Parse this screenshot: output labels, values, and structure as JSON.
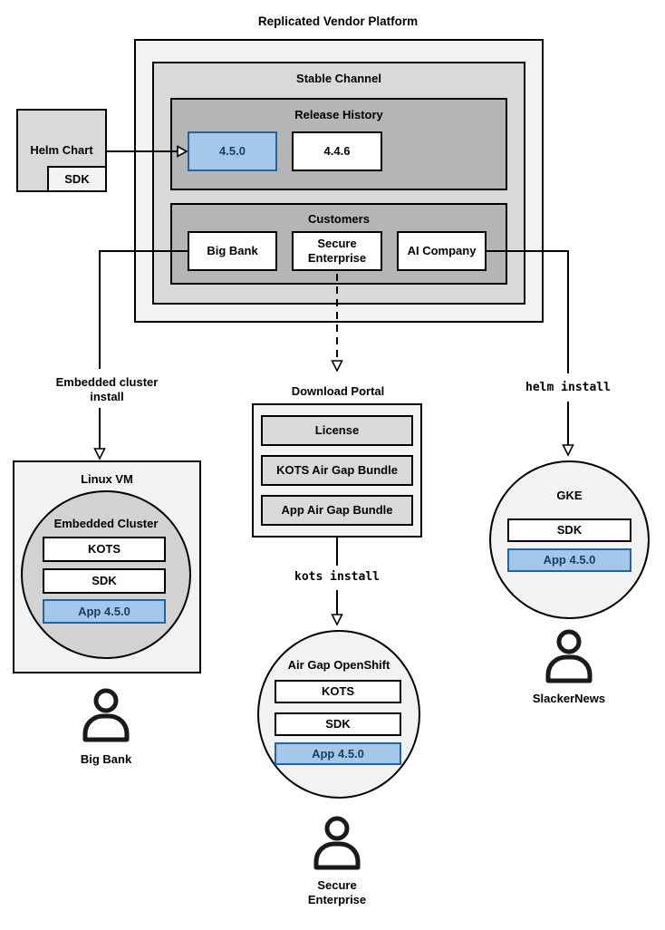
{
  "title": "Replicated Vendor Platform",
  "platform": {
    "stable_channel": "Stable Channel",
    "release_history": "Release History",
    "releases": [
      {
        "version": "4.5.0",
        "highlighted": true
      },
      {
        "version": "4.4.6",
        "highlighted": false
      }
    ],
    "customers_label": "Customers",
    "customers": [
      "Big Bank",
      "Secure Enterprise",
      "AI Company"
    ]
  },
  "helm_chart": {
    "label": "Helm Chart",
    "sdk": "SDK"
  },
  "edges": {
    "embedded_line1": "Embedded cluster",
    "embedded_line2": "install",
    "helm_install": "helm install",
    "kots_install": "kots install"
  },
  "download_portal": {
    "title": "Download Portal",
    "items": [
      "License",
      "KOTS Air Gap Bundle",
      "App Air Gap Bundle"
    ]
  },
  "linux_vm": {
    "title": "Linux VM",
    "cluster_label": "Embedded Cluster",
    "components": [
      "KOTS",
      "SDK"
    ],
    "app": "App 4.5.0",
    "user": "Big Bank"
  },
  "openshift": {
    "title": "Air Gap OpenShift",
    "components": [
      "KOTS",
      "SDK"
    ],
    "app": "App 4.5.0",
    "user": "Secure Enterprise"
  },
  "gke": {
    "title": "GKE",
    "components": [
      "SDK"
    ],
    "app": "App 4.5.0",
    "user": "SlackerNews"
  },
  "icons": {
    "user": "person-icon"
  },
  "colors": {
    "highlight_fill": "#a2c7e8",
    "highlight_border": "#24639f",
    "highlight_text": "#173f63",
    "box_light": "#f2f2f2",
    "box_mid": "#d9d9d9",
    "box_dark": "#b5b5b5",
    "line": "#000000"
  }
}
